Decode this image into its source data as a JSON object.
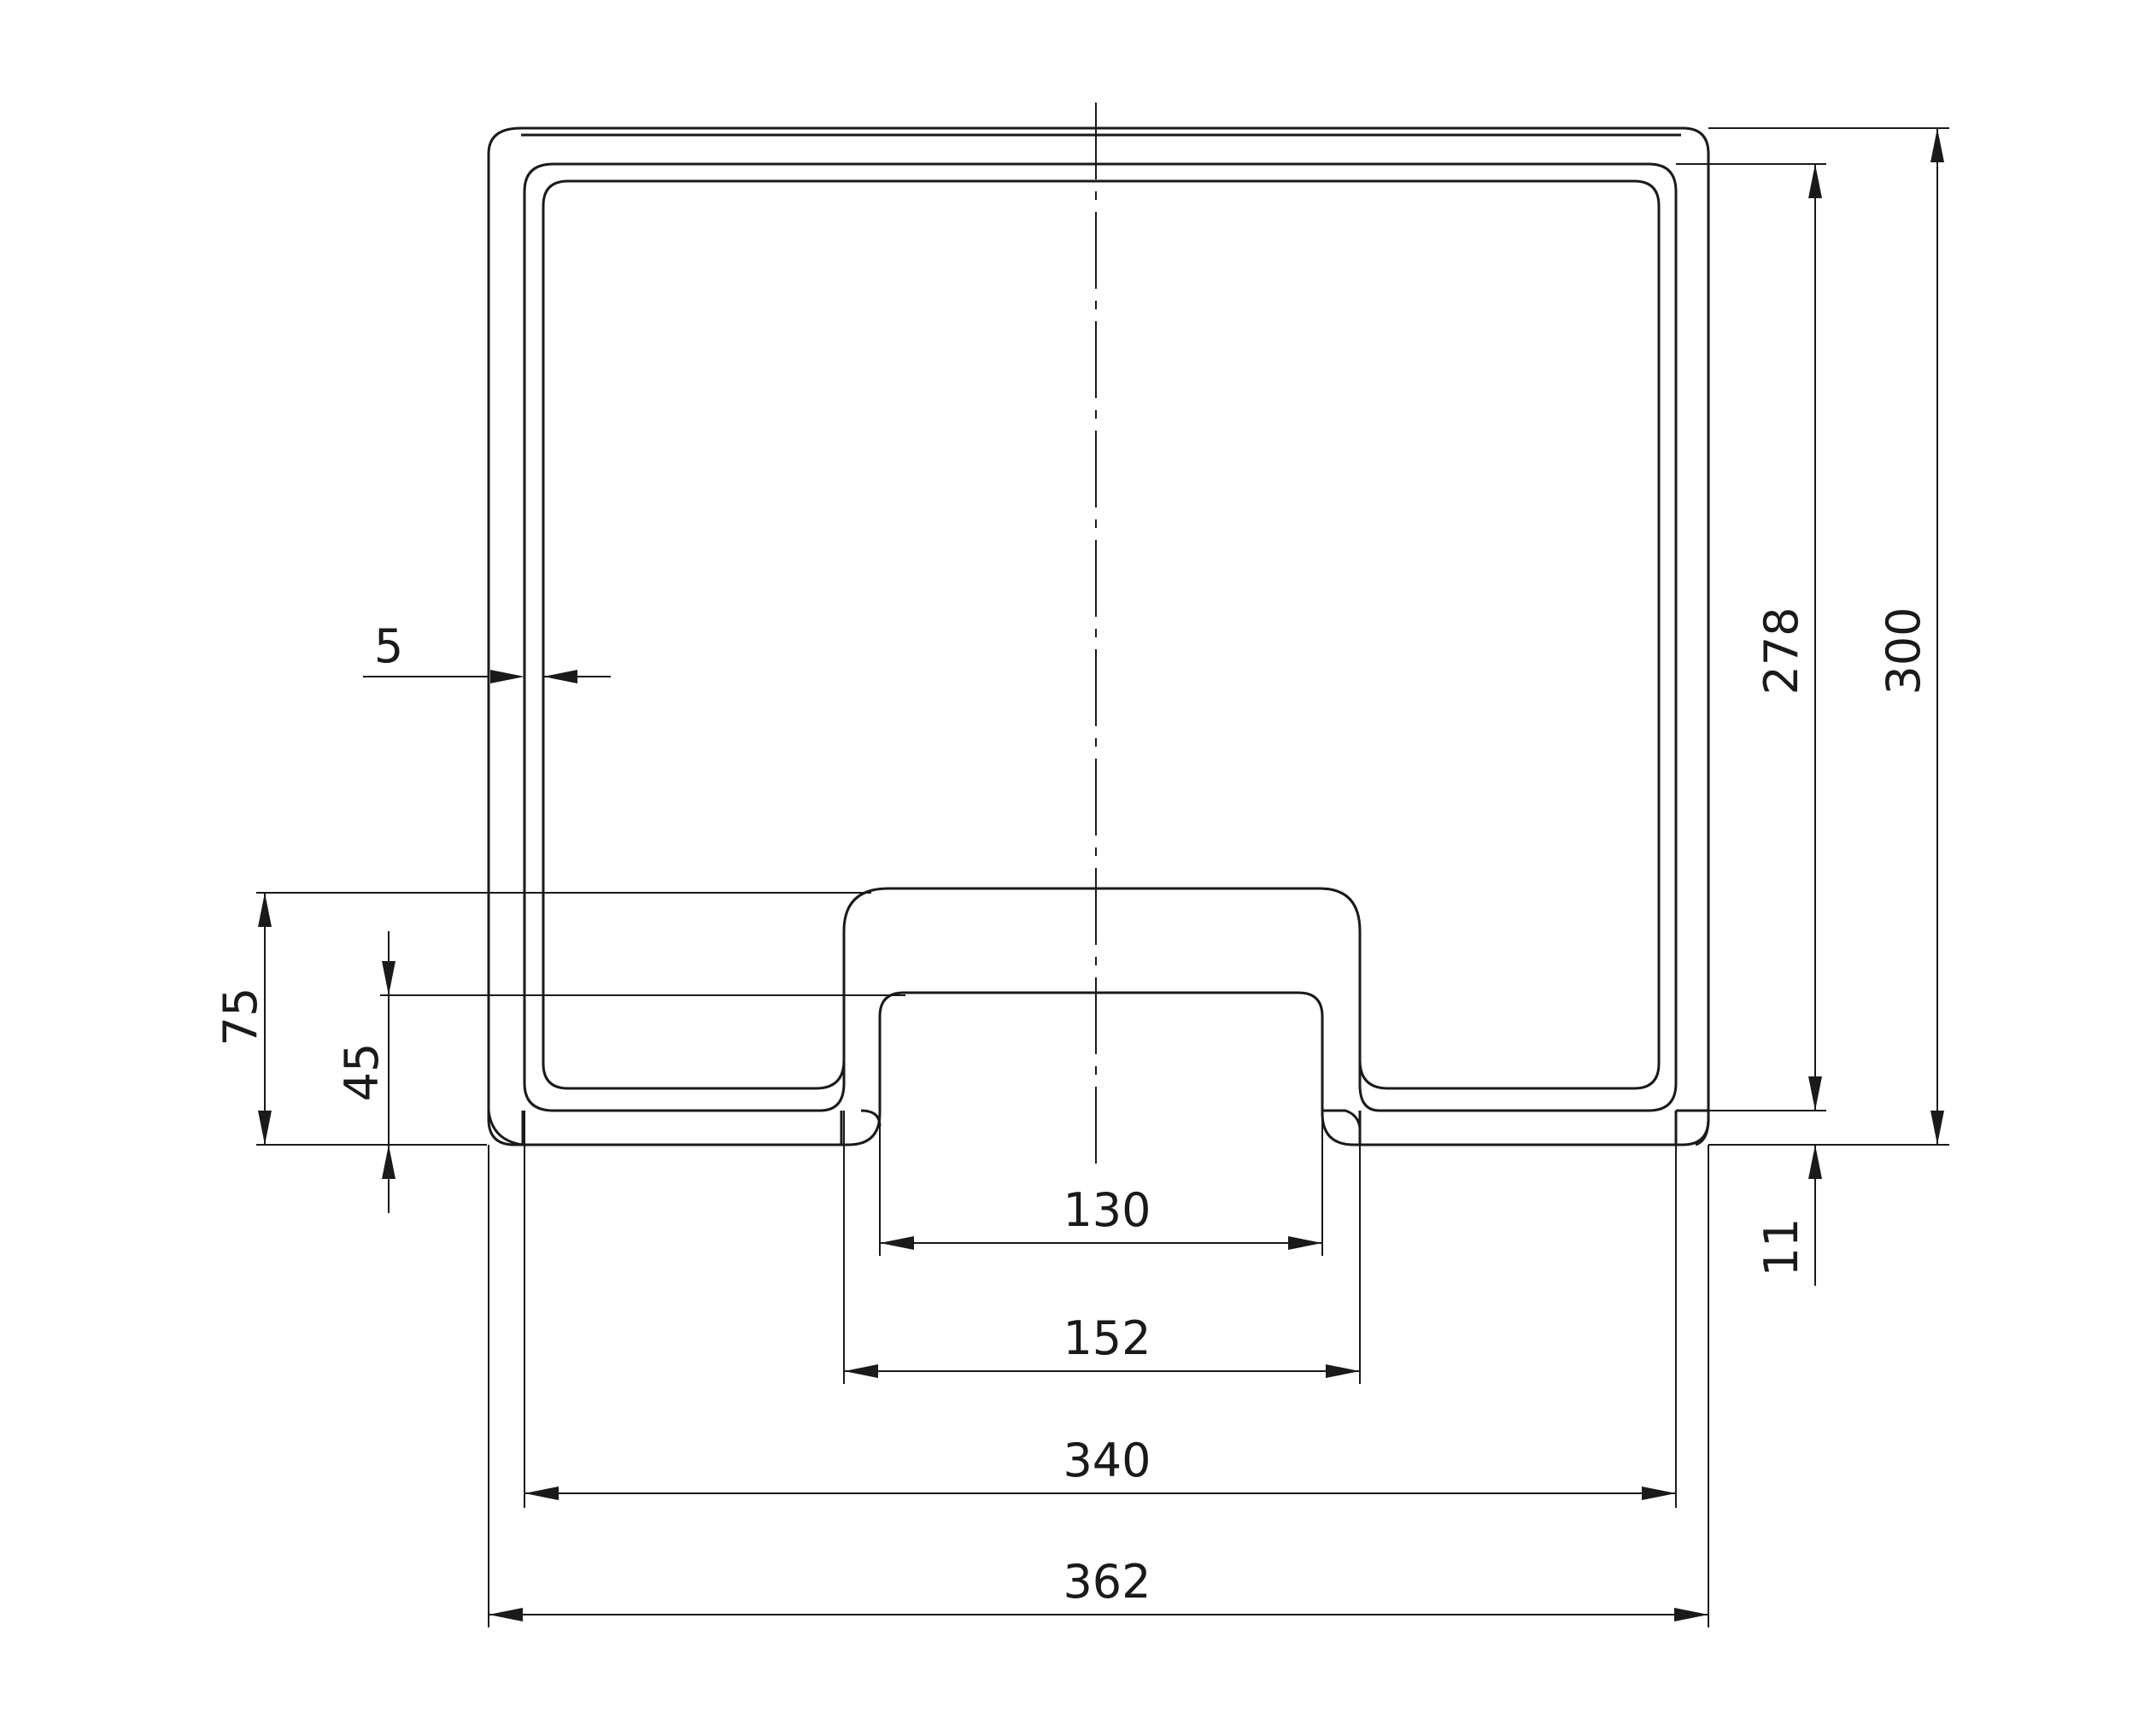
{
  "dimensions": {
    "overall_width": "362",
    "inner_width": "340",
    "notch_outer_width": "152",
    "notch_inner_width": "130",
    "overall_height": "300",
    "inner_height": "278",
    "rim_offset": "11",
    "notch_outer_depth": "75",
    "notch_inner_depth": "45",
    "wall_thickness": "5"
  }
}
